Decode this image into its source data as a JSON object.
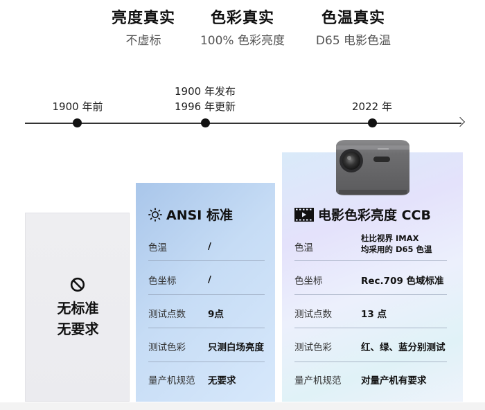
{
  "features": [
    {
      "title": "亮度真实",
      "subtitle": "不虚标"
    },
    {
      "title": "色彩真实",
      "subtitle": "100% 色彩亮度"
    },
    {
      "title": "色温真实",
      "subtitle": "D65 电影色温"
    }
  ],
  "timeline": {
    "points": [
      {
        "label_lines": [
          "1900 年前"
        ]
      },
      {
        "label_lines": [
          "1900 年发布",
          "1996 年更新"
        ]
      },
      {
        "label_lines": [
          "2022 年"
        ]
      }
    ]
  },
  "no_standard_card": {
    "icon": "prohibited-icon",
    "line1": "无标准",
    "line2": "无要求"
  },
  "ansi_card": {
    "icon": "sun-icon",
    "title": "ANSI 标准",
    "rows": [
      {
        "key": "色温",
        "value": "/"
      },
      {
        "key": "色坐标",
        "value": "/"
      },
      {
        "key": "测试点数",
        "value": "9点"
      },
      {
        "key": "测试色彩",
        "value": "只测白场亮度"
      },
      {
        "key": "量产机规范",
        "value": "无要求"
      }
    ]
  },
  "ccb_card": {
    "icon": "film-icon",
    "image": "projector-image",
    "title": "电影色彩亮度 CCB",
    "rows": [
      {
        "key": "色温",
        "value_line1": "杜比视界  IMAX",
        "value_line2": "均采用的 D65 色温"
      },
      {
        "key": "色坐标",
        "value": "Rec.709 色域标准"
      },
      {
        "key": "测试点数",
        "value": "13 点"
      },
      {
        "key": "测试色彩",
        "value": "红、绿、蓝分别测试"
      },
      {
        "key": "量产机规范",
        "value": "对量产机有要求"
      }
    ]
  },
  "colors": {
    "ansi_card_bg": "#b8d2f0",
    "ccb_card_bg": "#e6e8fb",
    "none_card_bg": "#ececf0",
    "text": "#111111"
  }
}
